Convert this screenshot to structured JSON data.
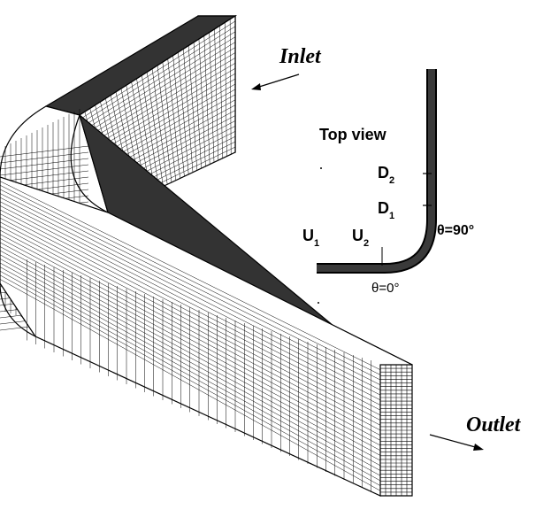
{
  "labels": {
    "inlet": "Inlet",
    "outlet": "Outlet",
    "top_view": "Top view",
    "d2": "D",
    "d2_sub": "2",
    "d1": "D",
    "d1_sub": "1",
    "u1": "U",
    "u1_sub": "1",
    "u2": "U",
    "u2_sub": "2",
    "theta90": "θ=90°",
    "theta0": "θ=0°"
  },
  "colors": {
    "mesh_line": "#000000",
    "channel_fill": "#333333",
    "background": "#ffffff"
  }
}
